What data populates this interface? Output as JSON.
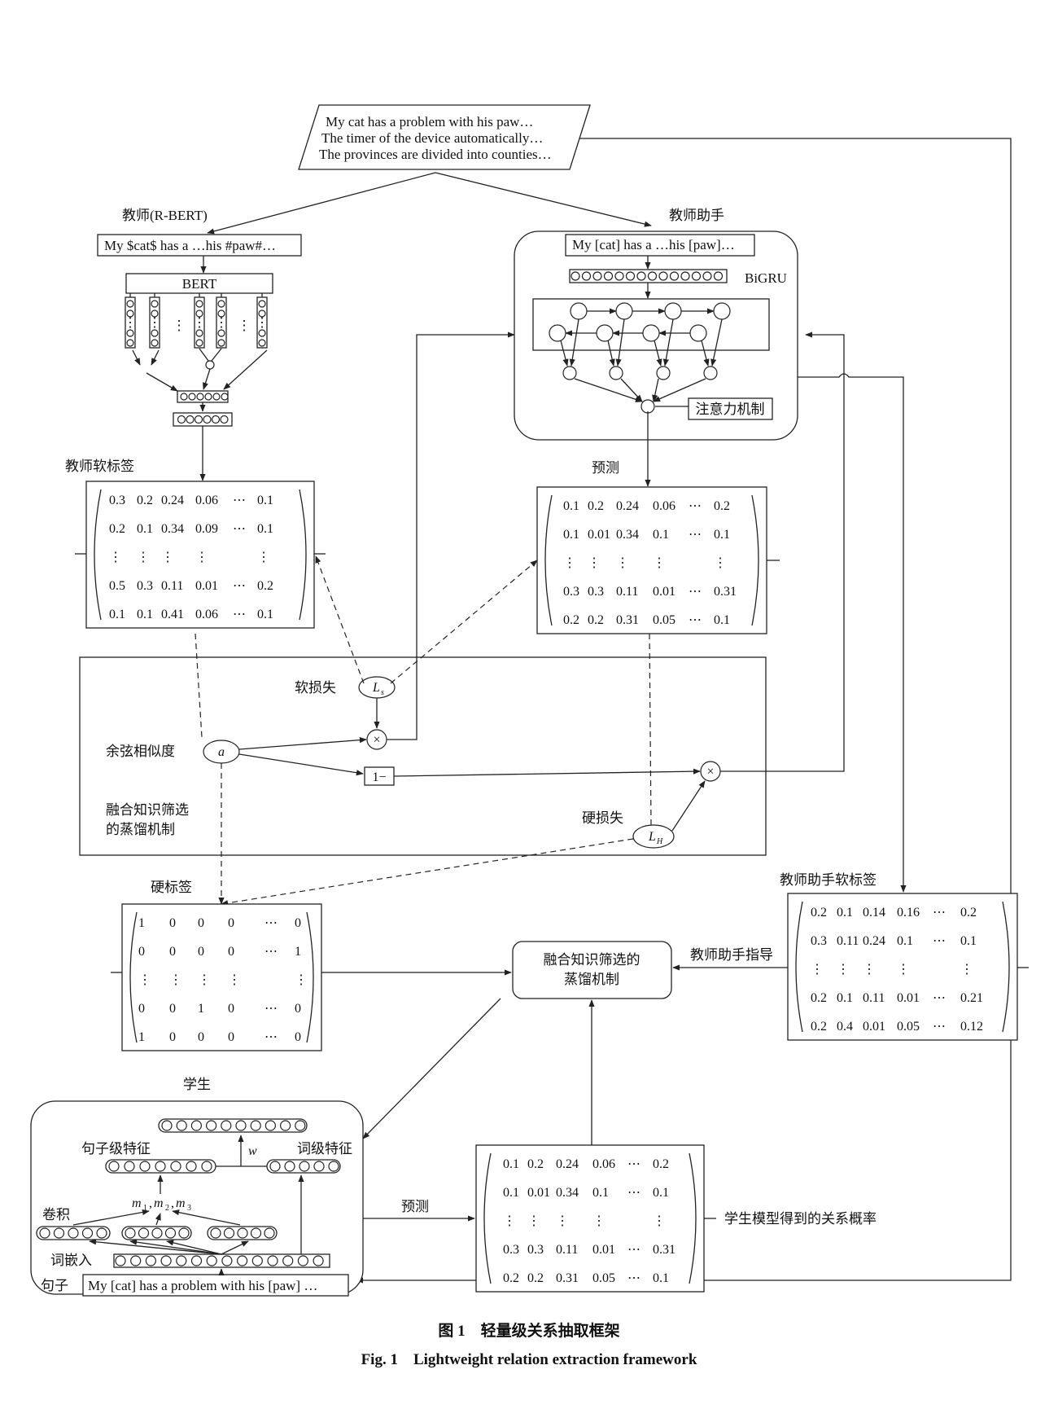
{
  "input_sentences": [
    "My cat has a problem with his paw…",
    "The timer of the device automatically…",
    "The provinces are divided into counties…"
  ],
  "teacher": {
    "title": "教师(R-BERT)",
    "input": "My $cat$ has a …his #paw#…",
    "bert_label": "BERT",
    "soft_label_title": "教师软标签",
    "soft_label_rows": [
      [
        "0.3",
        "0.2",
        "0.24",
        "0.06",
        "⋯",
        "0.1"
      ],
      [
        "0.2",
        "0.1",
        "0.34",
        "0.09",
        "⋯",
        "0.1"
      ],
      [
        "⋮",
        "⋮",
        "⋮",
        "⋮",
        "",
        "⋮"
      ],
      [
        "0.5",
        "0.3",
        "0.11",
        "0.01",
        "⋯",
        "0.2"
      ],
      [
        "0.1",
        "0.1",
        "0.41",
        "0.06",
        "⋯",
        "0.1"
      ]
    ]
  },
  "assistant": {
    "title": "教师助手",
    "input": "My [cat] has a …his [paw]…",
    "bigru_label": "BiGRU",
    "attention_label": "注意力机制",
    "predict_label": "预测",
    "predict_rows": [
      [
        "0.1",
        "0.2",
        "0.24",
        "0.06",
        "⋯",
        "0.2"
      ],
      [
        "0.1",
        "0.01",
        "0.34",
        "0.1",
        "⋯",
        "0.1"
      ],
      [
        "⋮",
        "⋮",
        "⋮",
        "⋮",
        "",
        "⋮"
      ],
      [
        "0.3",
        "0.3",
        "0.11",
        "0.01",
        "⋯",
        "0.31"
      ],
      [
        "0.2",
        "0.2",
        "0.31",
        "0.05",
        "⋯",
        "0.1"
      ]
    ],
    "soft_label_title": "教师助手软标签",
    "soft_label_rows": [
      [
        "0.2",
        "0.1",
        "0.14",
        "0.16",
        "⋯",
        "0.2"
      ],
      [
        "0.3",
        "0.11",
        "0.24",
        "0.1",
        "⋯",
        "0.1"
      ],
      [
        "⋮",
        "⋮",
        "⋮",
        "⋮",
        "",
        "⋮"
      ],
      [
        "0.2",
        "0.1",
        "0.11",
        "0.01",
        "⋯",
        "0.21"
      ],
      [
        "0.2",
        "0.4",
        "0.01",
        "0.05",
        "⋯",
        "0.12"
      ]
    ],
    "guidance_label": "教师助手指导"
  },
  "mechanism": {
    "soft_loss_label": "软损失",
    "soft_loss_symbol": "L",
    "soft_loss_sub": "s",
    "cosine_label": "余弦相似度",
    "alpha_symbol": "a",
    "one_minus": "1−",
    "times": "×",
    "fusion_title_l1": "融合知识筛选",
    "fusion_title_l2": "的蒸馏机制",
    "hard_loss_label": "硬损失",
    "hard_loss_symbol": "L",
    "hard_loss_sub": "H"
  },
  "hard_label": {
    "title": "硬标签",
    "rows": [
      [
        "1",
        "0",
        "0",
        "0",
        "⋯",
        "0"
      ],
      [
        "0",
        "0",
        "0",
        "0",
        "⋯",
        "1"
      ],
      [
        "⋮",
        "⋮",
        "⋮",
        "⋮",
        "",
        "⋮"
      ],
      [
        "0",
        "0",
        "1",
        "0",
        "⋯",
        "0"
      ],
      [
        "1",
        "0",
        "0",
        "0",
        "⋯",
        "0"
      ]
    ]
  },
  "distill_box": {
    "line1": "融合知识筛选的",
    "line2": "蒸馏机制"
  },
  "student": {
    "title": "学生",
    "sentence_feature": "句子级特征",
    "word_feature": "词级特征",
    "w_symbol": "w",
    "m_label": "m",
    "m_subs": [
      "1",
      "2",
      "3"
    ],
    "conv_label": "卷积",
    "embed_label": "词嵌入",
    "sentence_label": "句子",
    "sentence_input": "My [cat] has a problem with his [paw] …",
    "predict_label": "预测",
    "predict_rows": [
      [
        "0.1",
        "0.2",
        "0.24",
        "0.06",
        "⋯",
        "0.2"
      ],
      [
        "0.1",
        "0.01",
        "0.34",
        "0.1",
        "⋯",
        "0.1"
      ],
      [
        "⋮",
        "⋮",
        "⋮",
        "⋮",
        "",
        "⋮"
      ],
      [
        "0.3",
        "0.3",
        "0.11",
        "0.01",
        "⋯",
        "0.31"
      ],
      [
        "0.2",
        "0.2",
        "0.31",
        "0.05",
        "⋯",
        "0.1"
      ]
    ],
    "prob_label": "学生模型得到的关系概率"
  },
  "caption": {
    "cn": "图 1　轻量级关系抽取框架",
    "en": "Fig. 1　Lightweight relation extraction framework"
  }
}
